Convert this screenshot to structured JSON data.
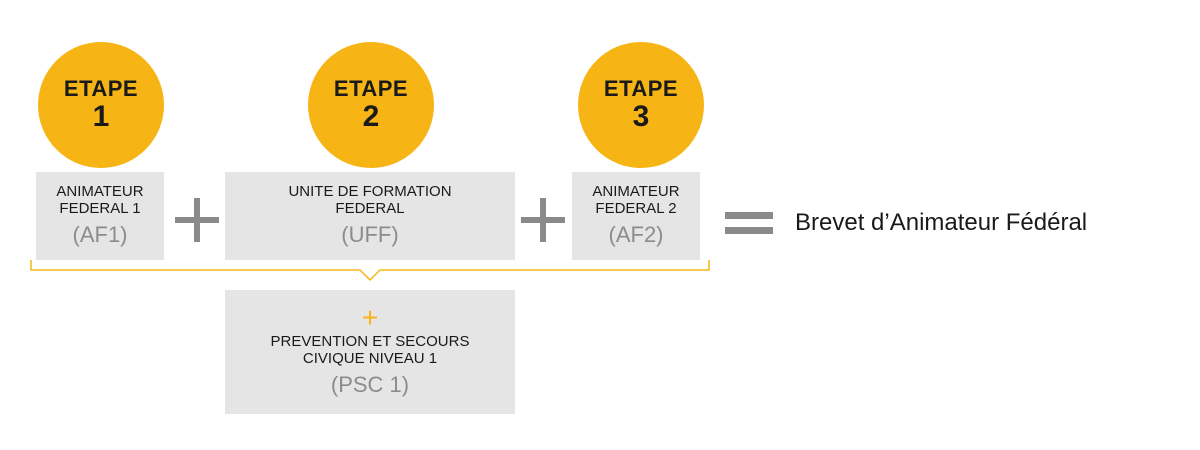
{
  "steps": [
    {
      "label": "ETAPE",
      "number": "1"
    },
    {
      "label": "ETAPE",
      "number": "2"
    },
    {
      "label": "ETAPE",
      "number": "3"
    }
  ],
  "modules": {
    "af1": {
      "title_line1": "ANIMATEUR",
      "title_line2": "FEDERAL 1",
      "abbr": "(AF1)"
    },
    "uff": {
      "title_line1": "UNITE DE FORMATION",
      "title_line2": "FEDERAL",
      "abbr": "(UFF)"
    },
    "af2": {
      "title_line1": "ANIMATEUR",
      "title_line2": "FEDERAL 2",
      "abbr": "(AF2)"
    },
    "psc1": {
      "symbol": "+",
      "title_line1": "PREVENTION ET SECOURS",
      "title_line2": "CIVIQUE NIVEAU 1",
      "abbr": "(PSC 1)"
    }
  },
  "result": {
    "label": "Brevet d’Animateur Fédéral"
  },
  "colors": {
    "accent": "#f7b515",
    "operator": "#8a8a8a",
    "box": "#e5e5e5",
    "abbr": "#8c8c8c",
    "text": "#1a1a1a"
  }
}
